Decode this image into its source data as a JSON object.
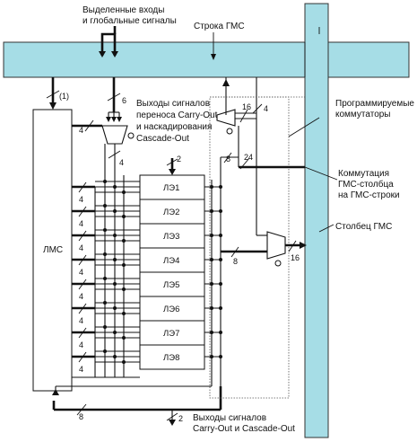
{
  "labels": {
    "dedicated_inputs": [
      "Выделенные входы",
      "и глобальные сигналы"
    ],
    "row_gms": "Строка ГМС",
    "carry_outputs": [
      "Выходы сигналов",
      "переноса Carry-Out",
      "и наскадирования",
      "Cascade-Out"
    ],
    "programmable_switches": [
      "Программируемые",
      "коммутаторы"
    ],
    "col_to_row_switch": [
      "Коммутация",
      "ГМС-столбца",
      "на ГМС-строки"
    ],
    "column_gms": "Столбец ГМС",
    "lms": "ЛМС",
    "bottom_outputs": [
      "Выходы сигналов",
      "Carry-Out и Cascade-Out"
    ]
  },
  "logic_elements": [
    "ЛЭ1",
    "ЛЭ2",
    "ЛЭ3",
    "ЛЭ4",
    "ЛЭ5",
    "ЛЭ6",
    "ЛЭ7",
    "ЛЭ8"
  ],
  "bus_widths": {
    "top_in": "(1)",
    "six": "6",
    "carry_top": "4",
    "mux_out": "4",
    "le_in": "2",
    "bottom_2": "2",
    "bottom_8": "8",
    "col_16": "16",
    "col_4": "4",
    "col_8": "8",
    "col_24": "24",
    "mid_8": "8",
    "out_16": "16"
  },
  "lms_input_widths": [
    "4",
    "4",
    "4",
    "4",
    "4",
    "4",
    "4",
    "4"
  ],
  "lms_left_width": "4",
  "colors": {
    "channel": "#a6dde6",
    "channel_stroke": "#333333",
    "line": "#111111"
  }
}
